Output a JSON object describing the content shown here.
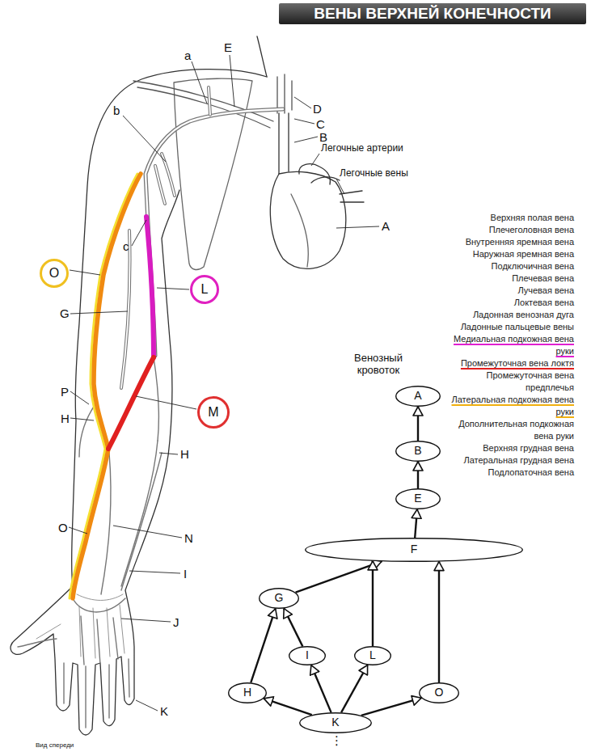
{
  "diagram": {
    "title": "ВЕНЫ ВЕРХНЕЙ КОНЕЧНОСТИ",
    "nodes": [
      {
        "text": [
          "O"
        ]
      },
      {
        "text": [
          "L"
        ]
      },
      {
        "text": [
          "M"
        ]
      },
      {
        "text": [
          "A"
        ]
      },
      {
        "text": [
          "B"
        ]
      },
      {
        "text": [
          "E"
        ]
      },
      {
        "text": [
          "F"
        ]
      },
      {
        "text": [
          "G"
        ]
      },
      {
        "text": [
          "I"
        ]
      },
      {
        "text": [
          "L"
        ]
      },
      {
        "text": [
          "H"
        ]
      },
      {
        "text": [
          "O"
        ]
      },
      {
        "text": [
          "K"
        ]
      }
    ],
    "edges": [
      {
        "from": 4,
        "to": 3,
        "arrow": "to"
      },
      {
        "from": 5,
        "to": 4,
        "arrow": "to"
      },
      {
        "from": 6,
        "to": 5,
        "arrow": "to"
      },
      {
        "from": 7,
        "to": 6,
        "arrow": "to"
      },
      {
        "from": 8,
        "to": 7,
        "arrow": "to"
      },
      {
        "from": 10,
        "to": 7,
        "arrow": "to"
      },
      {
        "from": 9,
        "to": 6,
        "arrow": "to"
      },
      {
        "from": 11,
        "to": 6,
        "arrow": "to"
      },
      {
        "from": 12,
        "to": 10,
        "arrow": "to"
      },
      {
        "from": 12,
        "to": 8,
        "arrow": "to"
      },
      {
        "from": 12,
        "to": 9,
        "arrow": "to"
      },
      {
        "from": 12,
        "to": 11,
        "arrow": "to"
      }
    ],
    "labels": [
      "a",
      "E",
      "D",
      "C",
      "B",
      "Легочные артерии",
      "Легочные вены",
      "b",
      "A",
      "c",
      "G",
      "Верхняя полая вена",
      "Плечеголовная вена",
      "Внутренняя яремная вена",
      "Наружная яремная вена",
      "Подключичная вена",
      "Плечевая вена",
      "Лучевая вена",
      "Локтевая вена",
      "Ладонная венозная дуга",
      "Ладонные пальцевые вены",
      "Медиальная подкожная вена руки",
      "Промежуточная вена локтя",
      "Промежуточная вена предплечья",
      "Латеральная подкожная вена руки",
      "Дополнительная подкожная вена руки",
      "Верхняя грудная вена",
      "Латеральная грудная вена",
      "Подлопаточная вена",
      "Венозный кровоток",
      "P",
      "H",
      "H",
      "O",
      "N",
      "I",
      "J",
      "K",
      "Вид спереди",
      "⋮"
    ]
  }
}
